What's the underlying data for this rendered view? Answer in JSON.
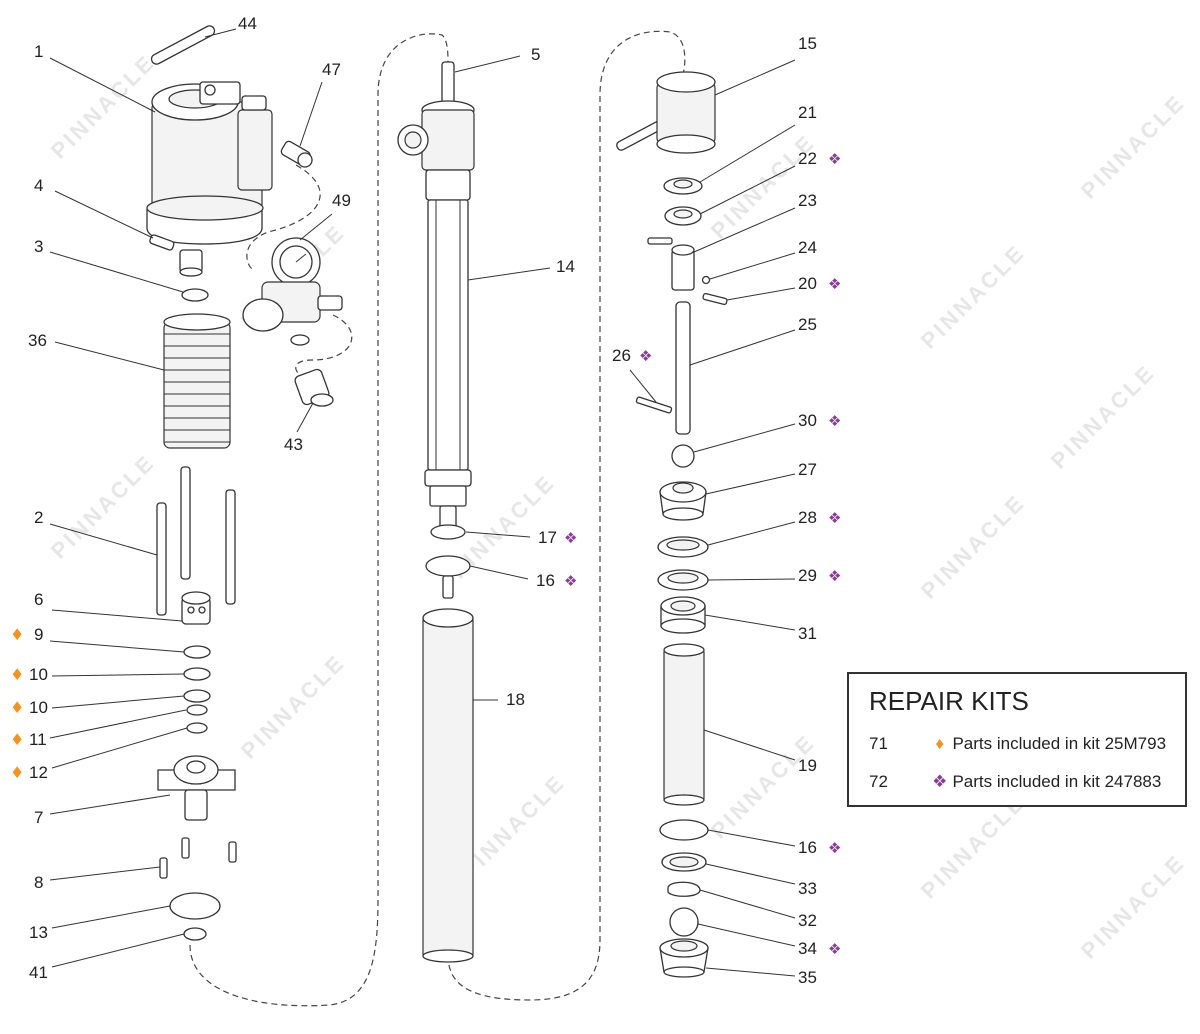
{
  "colors": {
    "orange_marker": "#f5931e",
    "purple_marker": "#8a3d96",
    "line": "#333333"
  },
  "watermark": {
    "text": "PINNACLE"
  },
  "callouts": {
    "c44": "44",
    "c1": "1",
    "c47": "47",
    "c4": "4",
    "c49": "49",
    "c3": "3",
    "c36": "36",
    "c43": "43",
    "c2": "2",
    "c6": "6",
    "c9": "9",
    "c10a": "10",
    "c10b": "10",
    "c11": "11",
    "c12": "12",
    "c7": "7",
    "c8": "8",
    "c13": "13",
    "c41": "41",
    "c5": "5",
    "c14": "14",
    "c17": "17",
    "c16a": "16",
    "c18": "18",
    "c15": "15",
    "c21": "21",
    "c22": "22",
    "c23": "23",
    "c24": "24",
    "c20": "20",
    "c25": "25",
    "c26": "26",
    "c30": "30",
    "c27": "27",
    "c28": "28",
    "c29": "29",
    "c31": "31",
    "c19": "19",
    "c16b": "16",
    "c33": "33",
    "c32": "32",
    "c34": "34",
    "c35": "35"
  },
  "markers": {
    "diamond": "♦",
    "clover": "❖"
  },
  "repair_kits": {
    "title": "REPAIR KITS",
    "rows": [
      {
        "number": "71",
        "symbol": "♦",
        "text": "Parts included in kit 25M793"
      },
      {
        "number": "72",
        "symbol": "❖",
        "text": "Parts included in kit 247883"
      }
    ]
  }
}
